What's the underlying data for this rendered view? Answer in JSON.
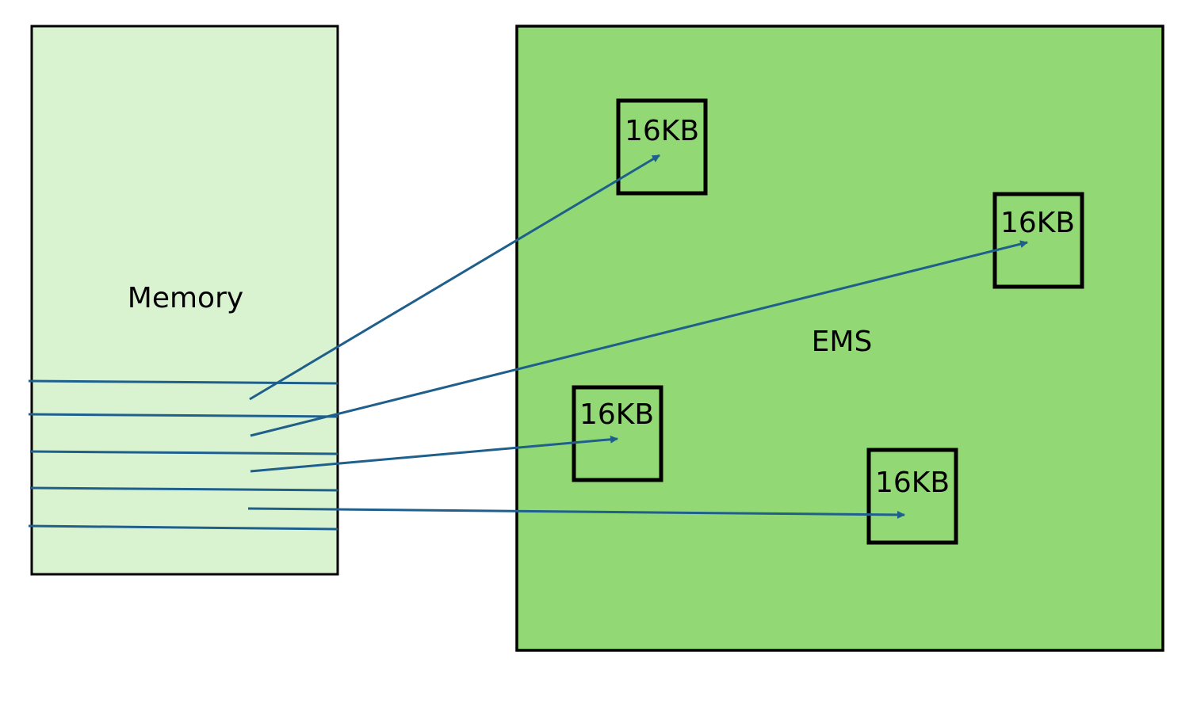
{
  "memory": {
    "label": "Memory",
    "fill": "#d9f2d0",
    "page_slots": 5
  },
  "ems": {
    "label": "EMS",
    "fill": "#92d975",
    "pages": [
      {
        "label": "16KB"
      },
      {
        "label": "16KB"
      },
      {
        "label": "16KB"
      },
      {
        "label": "16KB"
      }
    ]
  },
  "colors": {
    "border": "#000000",
    "arrow": "#1f5f8b"
  }
}
